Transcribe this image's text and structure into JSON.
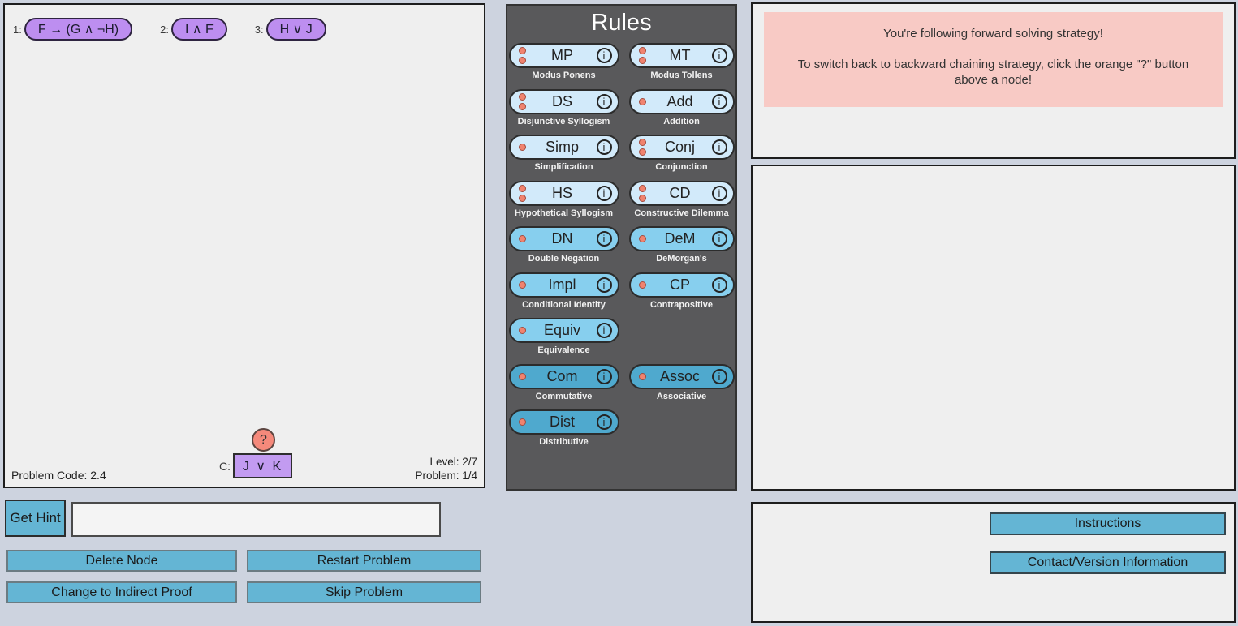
{
  "colors": {
    "page_background": "#cdd3df",
    "panel_background": "#efefef",
    "rules_panel_background": "#59595b",
    "rule_shade_light": "#d2eafa",
    "rule_shade_medium": "#87cfee",
    "rule_shade_dark": "#4fa9ce",
    "premise_purple": "#bd8ef0",
    "conclusion_purple": "#c29bf1",
    "help_salmon": "#f5897b",
    "dot_salmon": "#f0836f",
    "button_blue": "#64b5d4",
    "message_pink": "#f8cac5"
  },
  "canvas": {
    "premises": [
      {
        "number": "1:",
        "formula": "F → (G ∧ ¬H)"
      },
      {
        "number": "2:",
        "formula": "I ∧ F"
      },
      {
        "number": "3:",
        "formula": "H ∨ J"
      }
    ],
    "conclusion": {
      "label": "C:",
      "formula": "J ∨ K",
      "help_button": "?"
    },
    "problem_code": "Problem Code: 2.4",
    "level": "Level: 2/7",
    "problem": "Problem: 1/4"
  },
  "rules_panel": {
    "title": "Rules",
    "info_icon_glyph": "i",
    "rules": [
      {
        "abbr": "MP",
        "name": "Modus Ponens",
        "dots": 2,
        "shade": "light",
        "row": 1,
        "col": 1
      },
      {
        "abbr": "MT",
        "name": "Modus Tollens",
        "dots": 2,
        "shade": "light",
        "row": 1,
        "col": 2
      },
      {
        "abbr": "DS",
        "name": "Disjunctive Syllogism",
        "dots": 2,
        "shade": "light",
        "row": 2,
        "col": 1
      },
      {
        "abbr": "Add",
        "name": "Addition",
        "dots": 1,
        "shade": "light",
        "row": 2,
        "col": 2
      },
      {
        "abbr": "Simp",
        "name": "Simplification",
        "dots": 1,
        "shade": "light",
        "row": 3,
        "col": 1
      },
      {
        "abbr": "Conj",
        "name": "Conjunction",
        "dots": 2,
        "shade": "light",
        "row": 3,
        "col": 2
      },
      {
        "abbr": "HS",
        "name": "Hypothetical Syllogism",
        "dots": 2,
        "shade": "light",
        "row": 4,
        "col": 1
      },
      {
        "abbr": "CD",
        "name": "Constructive Dilemma",
        "dots": 2,
        "shade": "light",
        "row": 4,
        "col": 2
      },
      {
        "abbr": "DN",
        "name": "Double Negation",
        "dots": 1,
        "shade": "medium",
        "row": 5,
        "col": 1
      },
      {
        "abbr": "DeM",
        "name": "DeMorgan's",
        "dots": 1,
        "shade": "medium",
        "row": 5,
        "col": 2
      },
      {
        "abbr": "Impl",
        "name": "Conditional Identity",
        "dots": 1,
        "shade": "medium",
        "row": 6,
        "col": 1
      },
      {
        "abbr": "CP",
        "name": "Contrapositive",
        "dots": 1,
        "shade": "medium",
        "row": 6,
        "col": 2
      },
      {
        "abbr": "Equiv",
        "name": "Equivalence",
        "dots": 1,
        "shade": "medium",
        "row": 7,
        "col": 1
      },
      {
        "abbr": "Com",
        "name": "Commutative",
        "dots": 1,
        "shade": "dark",
        "row": 8,
        "col": 1
      },
      {
        "abbr": "Assoc",
        "name": "Associative",
        "dots": 1,
        "shade": "dark",
        "row": 8,
        "col": 2
      },
      {
        "abbr": "Dist",
        "name": "Distributive",
        "dots": 1,
        "shade": "dark",
        "row": 9,
        "col": 1
      }
    ]
  },
  "strategy_message": {
    "line1": "You're following forward solving strategy!",
    "line2": "To switch back to backward chaining strategy, click the orange \"?\" button above a node!"
  },
  "hint": {
    "button_label": "Get Hint",
    "input_value": ""
  },
  "controls": [
    {
      "label": "Delete Node"
    },
    {
      "label": "Restart Problem"
    },
    {
      "label": "Change to Indirect Proof"
    },
    {
      "label": "Skip Problem"
    }
  ],
  "info_buttons": [
    {
      "label": "Instructions"
    },
    {
      "label": "Contact/Version Information"
    }
  ]
}
